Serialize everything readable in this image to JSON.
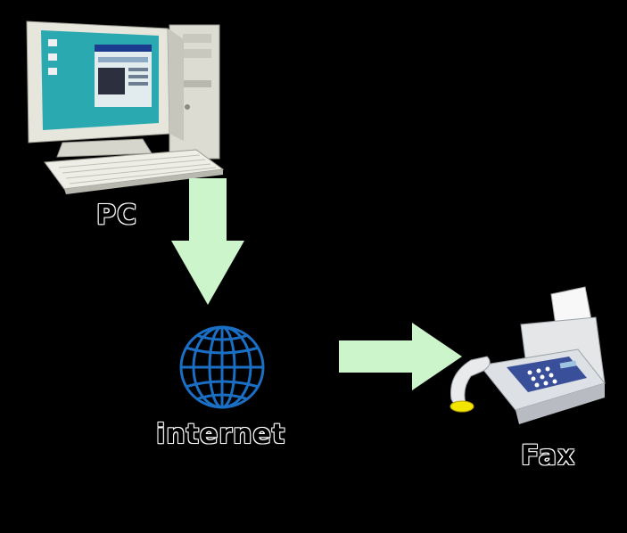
{
  "nodes": {
    "pc": {
      "label": "PC",
      "icon": "desktop-computer-icon"
    },
    "internet": {
      "label": "internet",
      "icon": "globe-icon"
    },
    "fax": {
      "label": "Fax",
      "icon": "fax-machine-icon"
    }
  },
  "edges": [
    {
      "from": "pc",
      "to": "internet"
    },
    {
      "from": "internet",
      "to": "fax"
    }
  ],
  "colors": {
    "background": "#000000",
    "arrow": "#ccf5cc",
    "globe": "#1a6fc4",
    "screen": "#2aa9b0",
    "device_body": "#e8e8e0",
    "fax_keypad": "#3a4f9a",
    "handset_button": "#f2e600"
  }
}
